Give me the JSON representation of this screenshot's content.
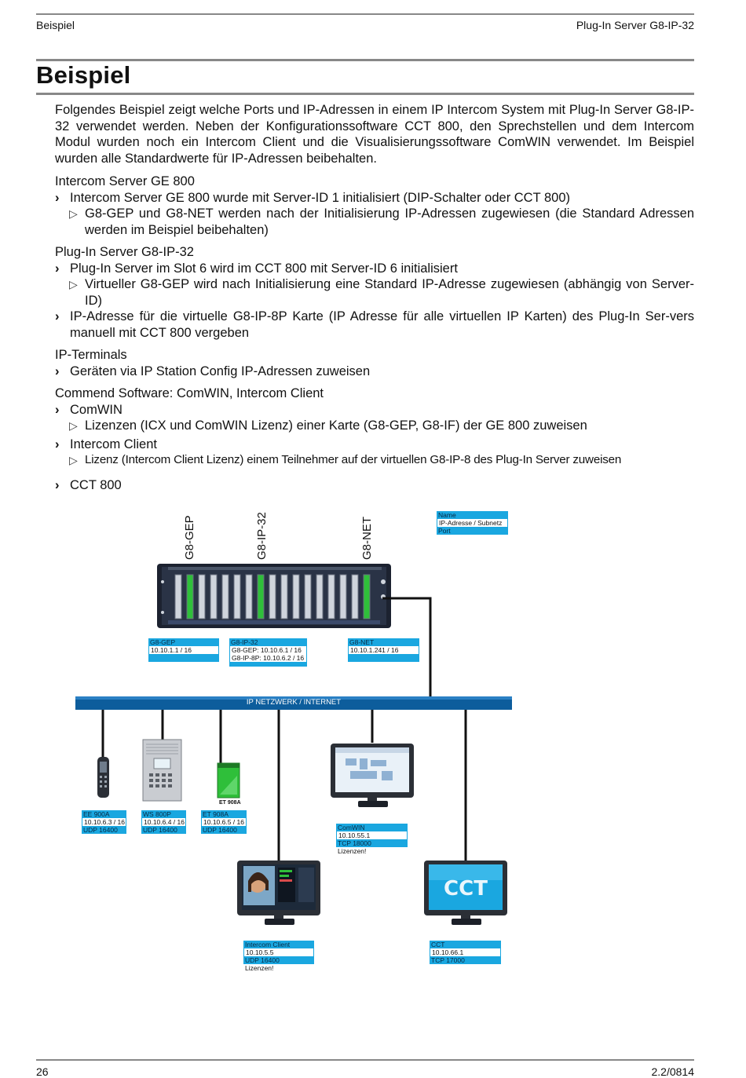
{
  "header": {
    "left": "Beispiel",
    "right": "Plug-In Server G8-IP-32"
  },
  "title": "Beispiel",
  "intro": "Folgendes Beispiel zeigt welche Ports und IP-Adressen in einem IP Intercom System mit Plug-In Server G8-IP-32 verwendet werden. Neben der Konfigurationssoftware CCT 800, den Sprechstellen und dem Intercom Modul wurden noch ein Intercom Client und die Visualisierungssoftware ComWIN verwendet. Im Beispiel wurden alle Standardwerte für IP-Adressen beibehalten.",
  "sections": {
    "ge800": {
      "label": "Intercom Server GE 800",
      "b1": "Intercom Server GE 800 wurde mit Server-ID 1 initialisiert (DIP-Schalter oder CCT 800)",
      "b1_sub": "G8-GEP und G8-NET werden nach der Initialisierung IP-Adressen zugewiesen (die Standard Adressen werden im Beispiel beibehalten)"
    },
    "plugin": {
      "label": "Plug-In Server G8-IP-32",
      "b1": "Plug-In Server im Slot 6 wird im CCT 800 mit Server-ID 6 initialisiert",
      "b1_sub": "Virtueller G8-GEP wird nach Initialisierung eine Standard IP-Adresse zugewiesen (abhängig von Server-ID)",
      "b2": "IP-Adresse für die virtuelle G8-IP-8P Karte (IP Adresse für alle virtuellen IP Karten) des Plug-In Ser-vers manuell mit CCT 800 vergeben"
    },
    "terminals": {
      "label": "IP-Terminals",
      "b1": "Geräten via IP Station Config IP-Adressen zuweisen"
    },
    "software": {
      "label": "Commend Software: ComWIN, Intercom Client",
      "b1": "ComWIN",
      "b1_sub": "Lizenzen (ICX und ComWIN Lizenz) einer Karte (G8-GEP, G8-IF) der GE 800 zuweisen",
      "b2": "Intercom Client",
      "b2_sub": "Lizenz (Intercom Client Lizenz) einem Teilnehmer auf der virtuellen G8-IP-8 des Plug-In Server zuweisen",
      "b3": "CCT 800"
    }
  },
  "diagram": {
    "labels": {
      "gep": "G8-GEP",
      "ip32": "G8-IP-32",
      "net": "G8-NET"
    },
    "legend": [
      "Name",
      "IP-Adresse / Subnetz",
      "Port"
    ],
    "network": "IP NETZWERK / INTERNET",
    "boxes": {
      "gep": [
        "G8-GEP",
        "10.10.1.1 / 16"
      ],
      "ip32": [
        "G8-IP-32",
        "G8-GEP:  10.10.6.1 / 16",
        "G8-IP-8P: 10.10.6.2 / 16"
      ],
      "net": [
        "G8-NET",
        "10.10.1.241 / 16"
      ],
      "ee900": [
        "EE 900A",
        "10.10.6.3 / 16",
        "UDP 16400"
      ],
      "ws800": [
        "WS 800P",
        "10.10.6.4 / 16",
        "UDP 16400"
      ],
      "et908": [
        "ET 908A",
        "10.10.6.5 / 16",
        "UDP 16400"
      ],
      "comwin": [
        "ComWIN",
        "10.10.55.1",
        "TCP 18000"
      ],
      "client": [
        "Intercom Client",
        "10.10.5.5",
        "UDP 16400"
      ],
      "cct": [
        "CCT",
        "10.10.66.1",
        "TCP 17000"
      ]
    },
    "licence_note": "Lizenzen!",
    "device_label_et": "ET 908A",
    "screen_cct": "CCT",
    "colors": {
      "accent": "#1aa7e0",
      "network_bar": "#0d5d9c",
      "rack": "#1c2230",
      "card_green": "#2fbf3a"
    }
  },
  "footer": {
    "page": "26",
    "version": "2.2/0814"
  }
}
